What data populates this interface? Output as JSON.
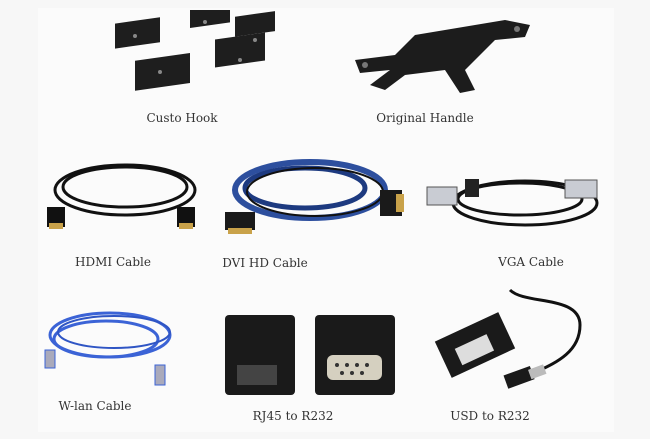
{
  "products": [
    {
      "name": "Custo Hook"
    },
    {
      "name": "Original Handle"
    },
    {
      "name": "HDMI Cable"
    },
    {
      "name": "DVI HD Cable"
    },
    {
      "name": "VGA Cable"
    },
    {
      "name": "W-lan Cable"
    },
    {
      "name": "RJ45 to R232"
    },
    {
      "name": "USD to R232"
    }
  ],
  "colors": {
    "background": "#f7f7f7",
    "metal": "#1c1c1c",
    "dvi_blue": "#2d4f9e",
    "lan_blue": "#3b63d6",
    "text": "#333333"
  }
}
